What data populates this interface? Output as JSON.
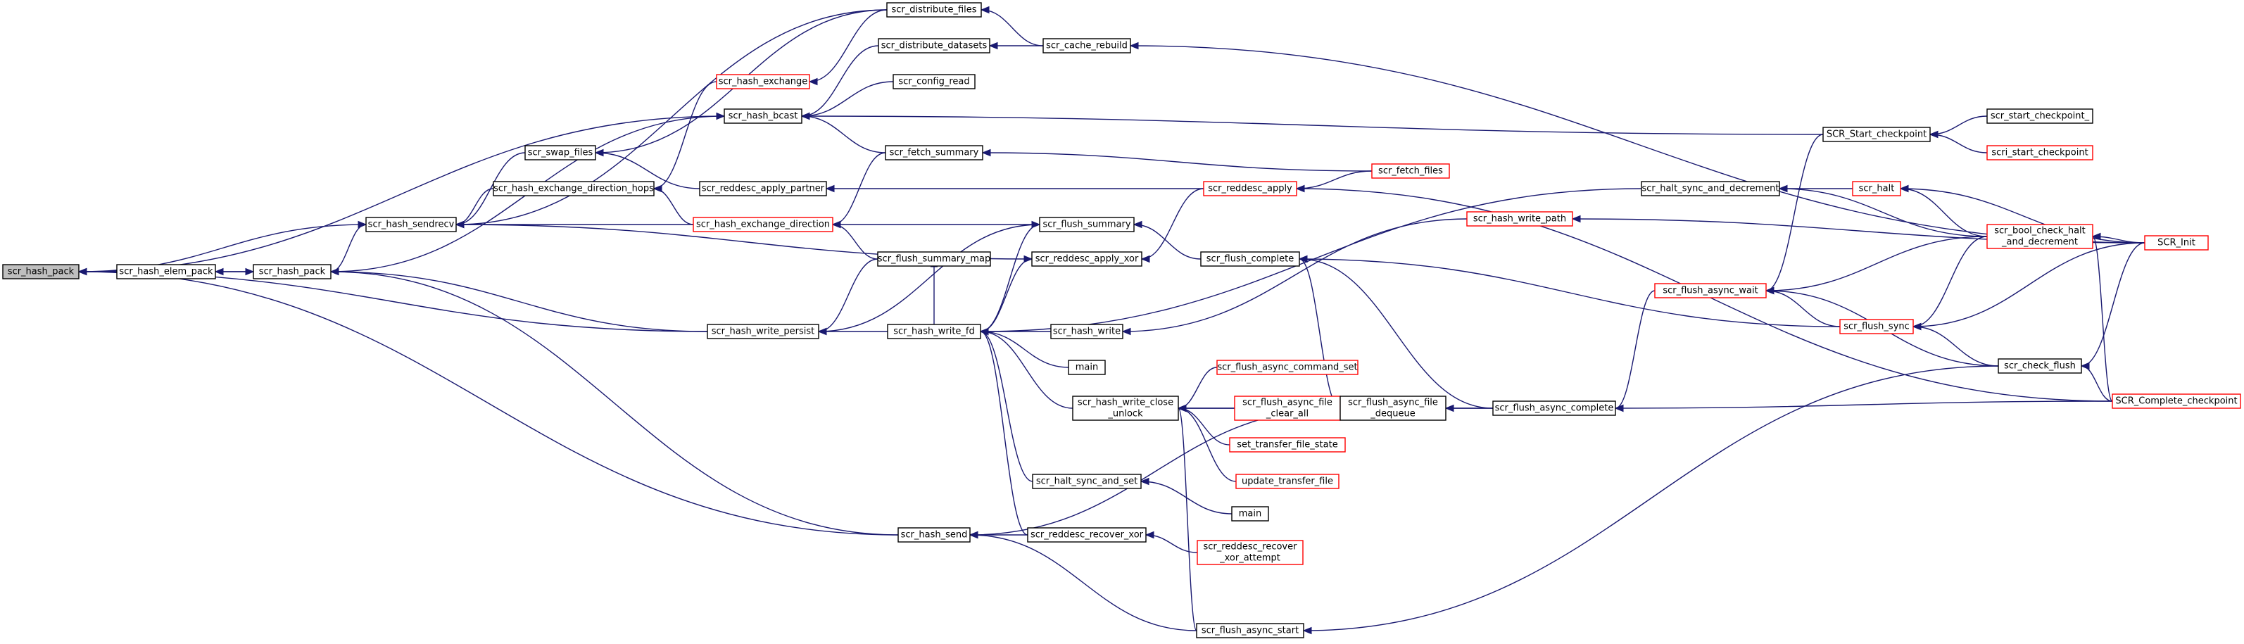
{
  "graph": {
    "edge_color": "#191970",
    "box_border_default": "#000000",
    "box_border_red": "#ff0000",
    "current_fill": "#bfbfbf",
    "nodes": [
      {
        "id": "scr_hash_pack",
        "lines": [
          "scr_hash_pack"
        ],
        "style": "current"
      },
      {
        "id": "scr_hash_elem_pack",
        "lines": [
          "scr_hash_elem_pack"
        ],
        "style": "normal"
      },
      {
        "id": "scr_hash_pack2",
        "lines": [
          "scr_hash_pack"
        ],
        "style": "normal"
      },
      {
        "id": "scr_hash_sendrecv",
        "lines": [
          "scr_hash_sendrecv"
        ],
        "style": "normal"
      },
      {
        "id": "scr_swap_files",
        "lines": [
          "scr_swap_files"
        ],
        "style": "normal"
      },
      {
        "id": "scr_hash_exchange_direction_hops",
        "lines": [
          "scr_hash_exchange_direction_hops"
        ],
        "style": "normal"
      },
      {
        "id": "scr_hash_exchange",
        "lines": [
          "scr_hash_exchange"
        ],
        "style": "red"
      },
      {
        "id": "scr_hash_bcast",
        "lines": [
          "scr_hash_bcast"
        ],
        "style": "normal"
      },
      {
        "id": "scr_hash_exchange_direction",
        "lines": [
          "scr_hash_exchange_direction"
        ],
        "style": "red"
      },
      {
        "id": "scr_reddesc_apply_partner",
        "lines": [
          "scr_reddesc_apply_partner"
        ],
        "style": "normal"
      },
      {
        "id": "scr_distribute_files",
        "lines": [
          "scr_distribute_files"
        ],
        "style": "normal"
      },
      {
        "id": "scr_distribute_datasets",
        "lines": [
          "scr_distribute_datasets"
        ],
        "style": "normal"
      },
      {
        "id": "scr_config_read",
        "lines": [
          "scr_config_read"
        ],
        "style": "normal"
      },
      {
        "id": "scr_fetch_summary",
        "lines": [
          "scr_fetch_summary"
        ],
        "style": "normal"
      },
      {
        "id": "scr_cache_rebuild",
        "lines": [
          "scr_cache_rebuild"
        ],
        "style": "normal"
      },
      {
        "id": "scr_hash_write_persist",
        "lines": [
          "scr_hash_write_persist"
        ],
        "style": "normal"
      },
      {
        "id": "scr_flush_summary_map",
        "lines": [
          "scr_flush_summary_map"
        ],
        "style": "normal"
      },
      {
        "id": "scr_flush_summary",
        "lines": [
          "scr_flush_summary"
        ],
        "style": "normal"
      },
      {
        "id": "scr_reddesc_apply_xor",
        "lines": [
          "scr_reddesc_apply_xor"
        ],
        "style": "normal"
      },
      {
        "id": "scr_hash_write_fd",
        "lines": [
          "scr_hash_write_fd"
        ],
        "style": "normal"
      },
      {
        "id": "scr_hash_write",
        "lines": [
          "scr_hash_write"
        ],
        "style": "normal"
      },
      {
        "id": "main1",
        "lines": [
          "main"
        ],
        "style": "normal"
      },
      {
        "id": "scr_hash_write_close_unlock",
        "lines": [
          "scr_hash_write_close",
          "_unlock"
        ],
        "style": "normal"
      },
      {
        "id": "scr_halt_sync_and_set",
        "lines": [
          "scr_halt_sync_and_set"
        ],
        "style": "normal"
      },
      {
        "id": "main2",
        "lines": [
          "main"
        ],
        "style": "normal"
      },
      {
        "id": "scr_reddesc_recover_xor",
        "lines": [
          "scr_reddesc_recover_xor"
        ],
        "style": "normal"
      },
      {
        "id": "scr_reddesc_recover_xor_attempt",
        "lines": [
          "scr_reddesc_recover",
          "_xor_attempt"
        ],
        "style": "red"
      },
      {
        "id": "scr_hash_send",
        "lines": [
          "scr_hash_send"
        ],
        "style": "normal"
      },
      {
        "id": "scr_flush_async_start",
        "lines": [
          "scr_flush_async_start"
        ],
        "style": "normal"
      },
      {
        "id": "scr_flush_async_command_set",
        "lines": [
          "scr_flush_async_command_set"
        ],
        "style": "red"
      },
      {
        "id": "scr_flush_async_file_clear_all",
        "lines": [
          "scr_flush_async_file",
          "_clear_all"
        ],
        "style": "red"
      },
      {
        "id": "set_transfer_file_state",
        "lines": [
          "set_transfer_file_state"
        ],
        "style": "red"
      },
      {
        "id": "update_transfer_file",
        "lines": [
          "update_transfer_file"
        ],
        "style": "red"
      },
      {
        "id": "scr_flush_complete",
        "lines": [
          "scr_flush_complete"
        ],
        "style": "normal"
      },
      {
        "id": "scr_reddesc_apply",
        "lines": [
          "scr_reddesc_apply"
        ],
        "style": "red"
      },
      {
        "id": "scr_fetch_files",
        "lines": [
          "scr_fetch_files"
        ],
        "style": "red"
      },
      {
        "id": "scr_hash_write_path",
        "lines": [
          "scr_hash_write_path"
        ],
        "style": "red"
      },
      {
        "id": "scr_flush_async_file_dequeue",
        "lines": [
          "scr_flush_async_file",
          "_dequeue"
        ],
        "style": "normal"
      },
      {
        "id": "scr_flush_async_complete",
        "lines": [
          "scr_flush_async_complete"
        ],
        "style": "normal"
      },
      {
        "id": "scr_halt_sync_and_decrement",
        "lines": [
          "scr_halt_sync_and_decrement"
        ],
        "style": "normal"
      },
      {
        "id": "SCR_Start_checkpoint",
        "lines": [
          "SCR_Start_checkpoint"
        ],
        "style": "normal"
      },
      {
        "id": "scr_start_checkpoint_",
        "lines": [
          "scr_start_checkpoint_"
        ],
        "style": "normal"
      },
      {
        "id": "scri_start_checkpoint",
        "lines": [
          "scri_start_checkpoint"
        ],
        "style": "red"
      },
      {
        "id": "scr_halt",
        "lines": [
          "scr_halt"
        ],
        "style": "red"
      },
      {
        "id": "scr_flush_async_wait",
        "lines": [
          "scr_flush_async_wait"
        ],
        "style": "red"
      },
      {
        "id": "scr_flush_sync",
        "lines": [
          "scr_flush_sync"
        ],
        "style": "red"
      },
      {
        "id": "scr_bool_check_halt_and_decrement",
        "lines": [
          "scr_bool_check_halt",
          "_and_decrement"
        ],
        "style": "red"
      },
      {
        "id": "scr_check_flush",
        "lines": [
          "scr_check_flush"
        ],
        "style": "normal"
      },
      {
        "id": "SCR_Init",
        "lines": [
          "SCR_Init"
        ],
        "style": "red"
      },
      {
        "id": "SCR_Complete_checkpoint",
        "lines": [
          "SCR_Complete_checkpoint"
        ],
        "style": "red"
      }
    ],
    "edges": [
      [
        "scr_hash_elem_pack",
        "scr_hash_pack"
      ],
      [
        "scr_hash_sendrecv",
        "scr_hash_pack"
      ],
      [
        "scr_hash_bcast",
        "scr_hash_pack"
      ],
      [
        "scr_hash_write_persist",
        "scr_hash_pack"
      ],
      [
        "scr_hash_send",
        "scr_hash_pack"
      ],
      [
        "scr_hash_pack2",
        "scr_hash_elem_pack"
      ],
      [
        "scr_hash_elem_pack",
        "scr_hash_pack2"
      ],
      [
        "scr_hash_pack2",
        "scr_hash_sendrecv"
      ],
      [
        "scr_swap_files",
        "scr_hash_sendrecv"
      ],
      [
        "scr_hash_exchange_direction_hops",
        "scr_hash_sendrecv"
      ],
      [
        "scr_hash_exchange_direction",
        "scr_hash_sendrecv"
      ],
      [
        "scr_distribute_files",
        "scr_hash_sendrecv"
      ],
      [
        "scr_reddesc_apply_xor",
        "scr_hash_sendrecv"
      ],
      [
        "scr_hash_pack2",
        "scr_hash_bcast"
      ],
      [
        "scr_hash_write_persist",
        "scr_hash_pack2"
      ],
      [
        "scr_hash_send",
        "scr_hash_pack2"
      ],
      [
        "scr_reddesc_apply_partner",
        "scr_swap_files"
      ],
      [
        "scr_distribute_files",
        "scr_swap_files"
      ],
      [
        "scr_hash_exchange",
        "scr_hash_exchange_direction_hops"
      ],
      [
        "scr_hash_exchange_direction",
        "scr_hash_exchange_direction_hops"
      ],
      [
        "scr_distribute_files",
        "scr_hash_exchange"
      ],
      [
        "scr_distribute_datasets",
        "scr_hash_bcast"
      ],
      [
        "scr_config_read",
        "scr_hash_bcast"
      ],
      [
        "scr_fetch_summary",
        "scr_hash_bcast"
      ],
      [
        "SCR_Start_checkpoint",
        "scr_hash_bcast"
      ],
      [
        "scr_flush_summary",
        "scr_hash_exchange_direction"
      ],
      [
        "scr_flush_summary_map",
        "scr_hash_exchange_direction"
      ],
      [
        "scr_fetch_summary",
        "scr_hash_exchange_direction"
      ],
      [
        "scr_reddesc_apply",
        "scr_reddesc_apply_partner"
      ],
      [
        "scr_cache_rebuild",
        "scr_distribute_files"
      ],
      [
        "scr_cache_rebuild",
        "scr_distribute_datasets"
      ],
      [
        "scr_fetch_files",
        "scr_fetch_summary"
      ],
      [
        "SCR_Init",
        "scr_cache_rebuild"
      ],
      [
        "scr_flush_summary_map",
        "scr_hash_write_persist"
      ],
      [
        "scr_flush_summary",
        "scr_hash_write_persist"
      ],
      [
        "scr_hash_write_fd",
        "scr_hash_write_persist"
      ],
      [
        "scr_hash_write_fd",
        "scr_flush_summary_map"
      ],
      [
        "scr_hash_write_fd",
        "scr_flush_summary"
      ],
      [
        "scr_hash_write_fd",
        "scr_reddesc_apply_xor"
      ],
      [
        "scr_flush_complete",
        "scr_flush_summary"
      ],
      [
        "scr_reddesc_apply",
        "scr_reddesc_apply_xor"
      ],
      [
        "scr_hash_write",
        "scr_hash_write_fd"
      ],
      [
        "main1",
        "scr_hash_write_fd"
      ],
      [
        "scr_hash_write_close_unlock",
        "scr_hash_write_fd"
      ],
      [
        "scr_halt_sync_and_set",
        "scr_hash_write_fd"
      ],
      [
        "scr_reddesc_recover_xor",
        "scr_hash_write_fd"
      ],
      [
        "scr_halt_sync_and_decrement",
        "scr_hash_write_fd"
      ],
      [
        "scr_hash_write_path",
        "scr_hash_write"
      ],
      [
        "scr_flush_async_command_set",
        "scr_hash_write_close_unlock"
      ],
      [
        "scr_flush_async_file_clear_all",
        "scr_hash_write_close_unlock"
      ],
      [
        "set_transfer_file_state",
        "scr_hash_write_close_unlock"
      ],
      [
        "update_transfer_file",
        "scr_hash_write_close_unlock"
      ],
      [
        "scr_flush_async_start",
        "scr_hash_write_close_unlock"
      ],
      [
        "scr_flush_async_complete",
        "scr_hash_write_close_unlock"
      ],
      [
        "main2",
        "scr_halt_sync_and_set"
      ],
      [
        "scr_reddesc_recover_xor_attempt",
        "scr_reddesc_recover_xor"
      ],
      [
        "scr_reddesc_recover_xor",
        "scr_hash_send"
      ],
      [
        "scr_flush_async_start",
        "scr_hash_send"
      ],
      [
        "scr_flush_async_file_dequeue",
        "scr_hash_send"
      ],
      [
        "scr_check_flush",
        "scr_flush_async_start"
      ],
      [
        "scr_flush_async_file_dequeue",
        "scr_flush_complete"
      ],
      [
        "scr_flush_async_complete",
        "scr_flush_complete"
      ],
      [
        "scr_flush_sync",
        "scr_flush_complete"
      ],
      [
        "scr_fetch_files",
        "scr_reddesc_apply"
      ],
      [
        "SCR_Complete_checkpoint",
        "scr_reddesc_apply"
      ],
      [
        "SCR_Init",
        "scr_hash_write_path"
      ],
      [
        "scr_flush_async_complete",
        "scr_flush_async_file_dequeue"
      ],
      [
        "scr_flush_async_wait",
        "scr_flush_async_complete"
      ],
      [
        "SCR_Complete_checkpoint",
        "scr_flush_async_complete"
      ],
      [
        "scr_halt",
        "scr_halt_sync_and_decrement"
      ],
      [
        "scr_bool_check_halt_and_decrement",
        "scr_halt_sync_and_decrement"
      ],
      [
        "scr_start_checkpoint_",
        "SCR_Start_checkpoint"
      ],
      [
        "scri_start_checkpoint",
        "SCR_Start_checkpoint"
      ],
      [
        "SCR_Init",
        "scr_halt"
      ],
      [
        "scr_bool_check_halt_and_decrement",
        "scr_halt"
      ],
      [
        "SCR_Start_checkpoint",
        "scr_flush_async_wait"
      ],
      [
        "scr_bool_check_halt_and_decrement",
        "scr_flush_async_wait"
      ],
      [
        "scr_flush_sync",
        "scr_flush_async_wait"
      ],
      [
        "scr_check_flush",
        "scr_flush_async_wait"
      ],
      [
        "scr_bool_check_halt_and_decrement",
        "scr_flush_sync"
      ],
      [
        "scr_check_flush",
        "scr_flush_sync"
      ],
      [
        "SCR_Init",
        "scr_flush_sync"
      ],
      [
        "SCR_Init",
        "scr_bool_check_halt_and_decrement"
      ],
      [
        "SCR_Complete_checkpoint",
        "scr_bool_check_halt_and_decrement"
      ],
      [
        "SCR_Init",
        "scr_check_flush"
      ],
      [
        "SCR_Complete_checkpoint",
        "scr_check_flush"
      ]
    ]
  }
}
